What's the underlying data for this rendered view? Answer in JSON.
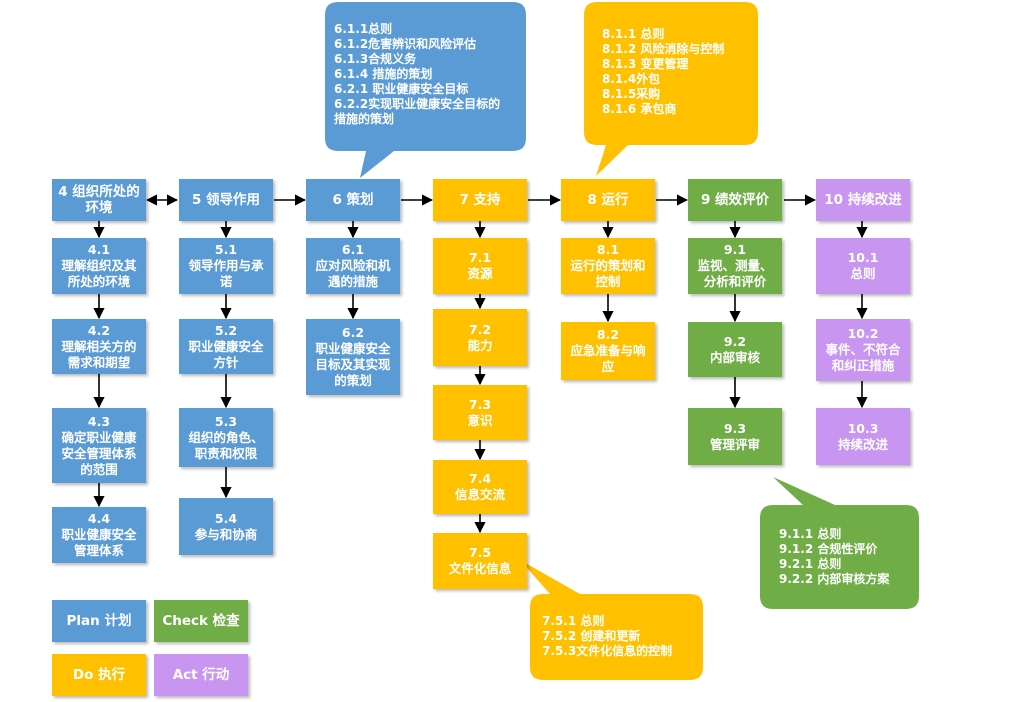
{
  "colors": {
    "plan": "#5B9BD5",
    "do": "#FFC000",
    "check": "#70AD47",
    "act": "#C896F0"
  },
  "headers": {
    "h4": "4 组织所处的\n环境",
    "h5": "5 领导作用",
    "h6": "6 策划",
    "h7": "7  支持",
    "h8": "8 运行",
    "h9": "9 绩效评价",
    "h10": "10 持续改进"
  },
  "col4": {
    "c41": "4.1\n理解组织及其\n所处的环境",
    "c42": "4.2\n理解相关方的\n需求和期望",
    "c43": "4.3\n确定职业健康\n安全管理体系\n的范围",
    "c44": "4.4\n职业健康安全\n管理体系"
  },
  "col5": {
    "c51": "5.1\n领导作用与承\n诺",
    "c52": "5.2\n职业健康安全\n方针",
    "c53": "5.3\n组织的角色、\n职责和权限",
    "c54": "5.4\n参与和协商"
  },
  "col6": {
    "c61": "6.1\n应对风险和机\n遇的措施",
    "c62": "6.2\n职业健康安全\n目标及其实现\n的策划"
  },
  "col7": {
    "c71": "7.1\n资源",
    "c72": "7.2\n能力",
    "c73": "7.3\n意识",
    "c74": "7.4\n信息交流",
    "c75": "7.5\n文件化信息"
  },
  "col8": {
    "c81": "8.1\n运行的策划和\n控制",
    "c82": "8.2\n应急准备与响\n应"
  },
  "col9": {
    "c91": "9.1\n监视、测量、\n分析和评价",
    "c92": "9.2\n内部审核",
    "c93": "9.3\n管理评审"
  },
  "col10": {
    "c101": "10.1\n总则",
    "c102": "10.2\n事件、不符合\n和纠正措施",
    "c103": "10.3\n持续改进"
  },
  "callout6": {
    "l1": "6.1.1总则",
    "l2": "6.1.2危害辨识和风险评估",
    "l3": "6.1.3合规义务",
    "l4": "6.1.4 措施的策划",
    "l5": "6.2.1 职业健康安全目标",
    "l6": "6.2.2实现职业健康安全目标的",
    "l7": "措施的策划"
  },
  "callout8": {
    "l1": "8.1.1 总则",
    "l2": "8.1.2 风险消除与控制",
    "l3": "8.1.3 变更管理",
    "l4": "8.1.4外包",
    "l5": "8.1.5采购",
    "l6": "8.1.6 承包商"
  },
  "callout9": {
    "l1": "9.1.1 总则",
    "l2": "9.1.2 合规性评价",
    "l3": "9.2.1 总则",
    "l4": "9.2.2 内部审核方案"
  },
  "callout7": {
    "l1": "7.5.1 总则",
    "l2": "7.5.2 创建和更新",
    "l3": "7.5.3文件化信息的控制"
  },
  "legend": {
    "plan": "Plan 计划",
    "check": "Check 检查",
    "do": "Do 执行",
    "act": "Act 行动"
  }
}
